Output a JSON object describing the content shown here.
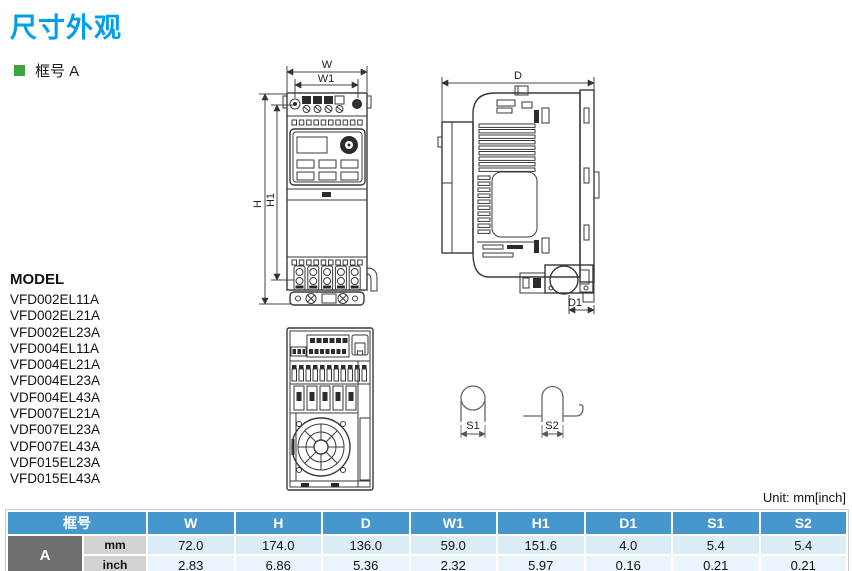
{
  "page": {
    "title": "尺寸外观",
    "frame_label": "框号 A",
    "unit_note": "Unit: mm[inch]"
  },
  "models": {
    "heading": "MODEL",
    "items": [
      "VFD002EL11A",
      "VFD002EL21A",
      "VFD002EL23A",
      "VFD004EL11A",
      "VFD004EL21A",
      "VFD004EL23A",
      "VDF004EL43A",
      "VFD007EL21A",
      "VDF007EL23A",
      "VDF007EL43A",
      "VDF015EL23A",
      "VFD015EL43A"
    ]
  },
  "drawings": {
    "front_view": {
      "w": "W",
      "w1": "W1",
      "h": "H",
      "h1": "H1"
    },
    "side_view": {
      "d": "D",
      "d1": "D1"
    },
    "screw_detail": {
      "s1": "S1",
      "s2": "S2"
    }
  },
  "table": {
    "frame_header": "框号",
    "frame_value": "A",
    "unit_rows": [
      "mm",
      "inch"
    ],
    "columns": [
      "W",
      "H",
      "D",
      "W1",
      "H1",
      "D1",
      "S1",
      "S2"
    ],
    "values_mm": [
      "72.0",
      "174.0",
      "136.0",
      "59.0",
      "151.6",
      "4.0",
      "5.4",
      "5.4"
    ],
    "values_inch": [
      "2.83",
      "6.86",
      "5.36",
      "2.32",
      "5.97",
      "0.16",
      "0.21",
      "0.21"
    ]
  },
  "colors": {
    "title_accent": "#00A0E9",
    "bullet_green": "#3FA43F",
    "table_header_bg": "#4697CE",
    "frame_cell_bg": "#6E6E6E",
    "unit_cell_bg": "#D2D2D2",
    "row_mm_bg": "#DCEDF7",
    "row_inch_bg": "#E9F4FB"
  }
}
